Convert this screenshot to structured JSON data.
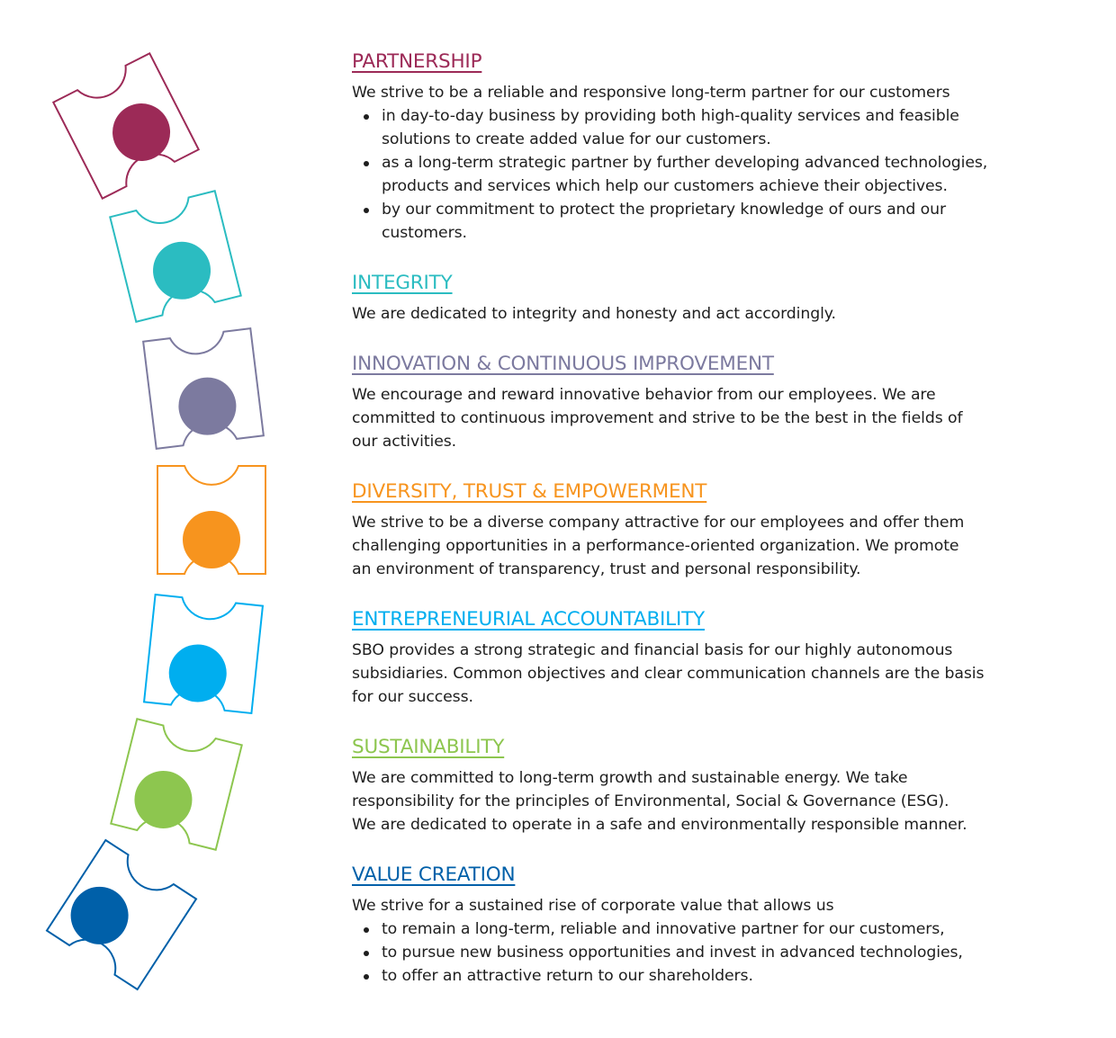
{
  "colors": {
    "partnership": "#9c2a57",
    "integrity": "#2bbcc1",
    "innovation": "#7c7a9f",
    "diversity": "#f7941e",
    "entrepreneurial": "#00aeef",
    "sustainability": "#8dc64f",
    "value": "#0060a9"
  },
  "sections": [
    {
      "key": "partnership",
      "title": "PARTNERSHIP",
      "color": "#9c2a57",
      "intro": "We strive to be a reliable and responsive long-term partner for our customers",
      "bullets": [
        [
          "in day-to-day business by providing both high-quality services and feasible",
          "solutions to create added value for our customers."
        ],
        [
          "as a long-term strategic partner by further developing advanced technologies,",
          "products and services which help our customers achieve their objectives."
        ],
        [
          "by our commitment to protect the proprietary knowledge of ours and our",
          "customers."
        ]
      ]
    },
    {
      "key": "integrity",
      "title": "INTEGRITY",
      "color": "#2bbcc1",
      "lines": [
        "We are dedicated to integrity and honesty and act accordingly."
      ]
    },
    {
      "key": "innovation",
      "title": "INNOVATION & CONTINUOUS IMPROVEMENT",
      "color": "#7c7a9f",
      "lines": [
        "We encourage and reward innovative behavior from our employees. We are",
        "committed to continuous improvement and strive to be the best in the fields of",
        "our activities."
      ]
    },
    {
      "key": "diversity",
      "title": "DIVERSITY, TRUST & EMPOWERMENT",
      "color": "#f7941e",
      "lines": [
        "We strive to be a diverse company attractive for our employees and offer them",
        "challenging opportunities in a performance-oriented organization. We promote",
        "an environment of transparency, trust and personal responsibility."
      ]
    },
    {
      "key": "entrepreneurial",
      "title": "ENTREPRENEURIAL ACCOUNTABILITY",
      "color": "#00aeef",
      "lines": [
        "SBO provides a strong strategic and financial basis for our highly autonomous",
        "subsidiaries. Common objectives and clear communication channels are the basis",
        "for our success."
      ]
    },
    {
      "key": "sustainability",
      "title": "SUSTAINABILITY",
      "color": "#8dc64f",
      "lines": [
        "We are committed to long-term growth and sustainable energy. We take",
        "responsibility for the principles of Environmental, Social & Governance (ESG).",
        "We are dedicated to operate in a safe and environmentally responsible manner."
      ]
    },
    {
      "key": "value",
      "title": "VALUE CREATION",
      "color": "#0060a9",
      "intro": "We strive for a sustained rise of corporate value that allows us",
      "bullets": [
        [
          "to remain a long-term, reliable and innovative partner for our customers,"
        ],
        [
          "to pursue new business opportunities and invest in advanced technologies,"
        ],
        [
          "to offer an attractive return to our shareholders."
        ]
      ]
    }
  ]
}
